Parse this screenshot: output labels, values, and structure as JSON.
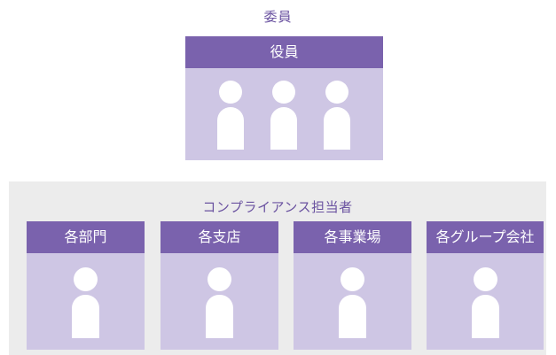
{
  "committee": {
    "label": "委員",
    "box_title": "役員",
    "person_icons": [
      "person-icon",
      "person-icon",
      "person-icon"
    ]
  },
  "compliance": {
    "label": "コンプライアンス担当者",
    "boxes": [
      {
        "title": "各部門"
      },
      {
        "title": "各支店"
      },
      {
        "title": "各事業場"
      },
      {
        "title": "各グループ会社"
      }
    ]
  },
  "colors": {
    "header": "#7a62ad",
    "box_fill": "#cec6e4",
    "panel_bg": "#ececec",
    "label_text": "#6a52a0"
  }
}
